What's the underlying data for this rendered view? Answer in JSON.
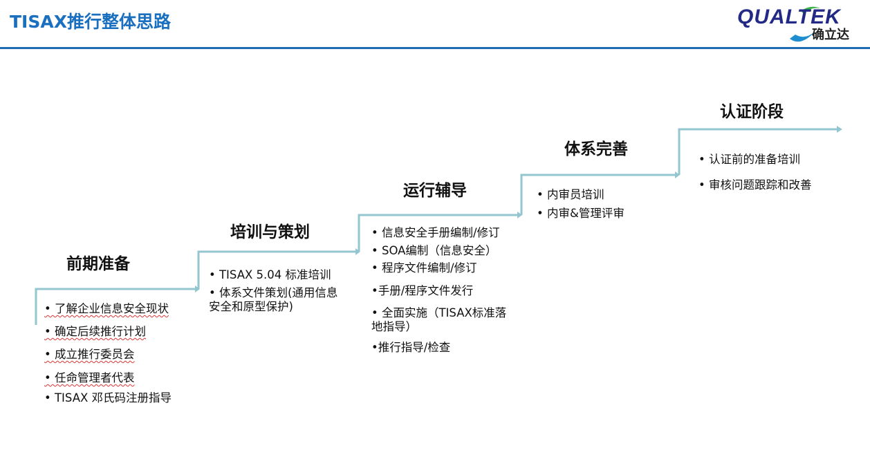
{
  "header": {
    "title": "TISAX推行整体思路",
    "logo_text": "QUALTEK",
    "logo_cn": "确立达"
  },
  "colors": {
    "title": "#1a6fbf",
    "rule": "#1f6bb5",
    "step_line": "#93c6cf"
  },
  "stages": [
    {
      "title": "前期准备",
      "items": [
        "• 了解企业信息安全现状",
        "• 确定后续推行计划",
        "• 成立推行委员会",
        "• 任命管理者代表",
        "• TISAX 邓氏码注册指导"
      ]
    },
    {
      "title": "培训与策划",
      "items": [
        "• TISAX 5.04 标准培训",
        "•  体系文件策划(通用信息安全和原型保护)"
      ]
    },
    {
      "title": "运行辅导",
      "items": [
        "• 信息安全手册编制/修订",
        "•  SOA编制（信息安全）",
        "• 程序文件编制/修订",
        "•手册/程序文件发行",
        "•  全面实施（TISAX标准落地指导）",
        "•推行指导/检查"
      ]
    },
    {
      "title": "体系完善",
      "items": [
        "•  内审员培训",
        "•  内审&管理评审"
      ]
    },
    {
      "title": "认证阶段",
      "items": [
        "•  认证前的准备培训",
        "•   审核问题跟踪和改善"
      ]
    }
  ]
}
